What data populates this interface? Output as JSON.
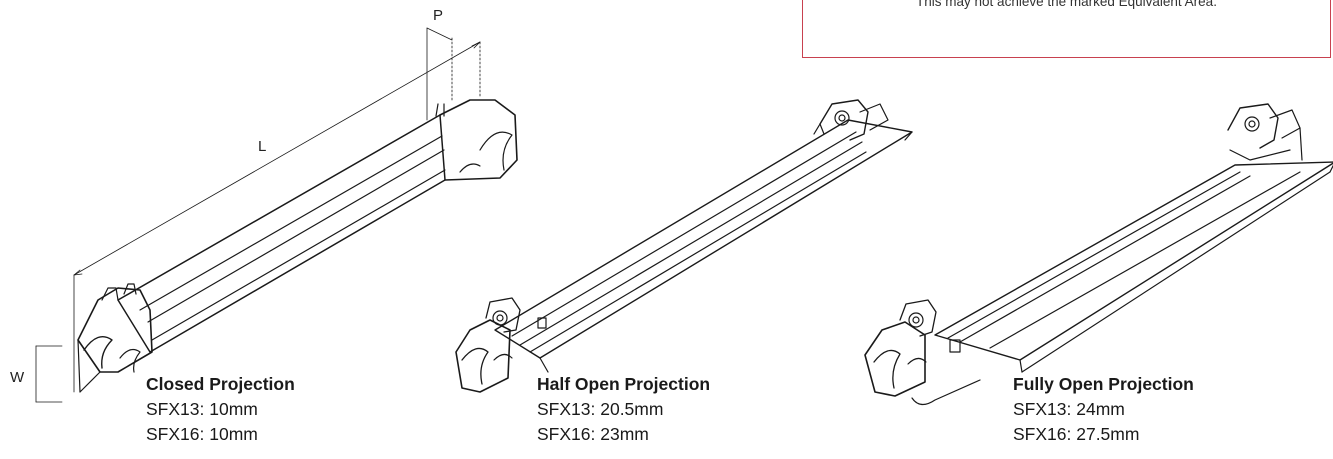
{
  "note": {
    "text": "This may not achieve the marked Equivalent Area.",
    "border_color": "#c8414f"
  },
  "dimensions": {
    "p_label": "P",
    "l_label": "L",
    "w_label": "W"
  },
  "projections": [
    {
      "title": "Closed Projection",
      "lines": [
        "SFX13: 10mm",
        "SFX16: 10mm"
      ]
    },
    {
      "title": "Half Open Projection",
      "lines": [
        "SFX13: 20.5mm",
        "SFX16: 23mm"
      ]
    },
    {
      "title": "Fully Open Projection",
      "lines": [
        "SFX13: 24mm",
        "SFX16: 27.5mm"
      ]
    }
  ]
}
